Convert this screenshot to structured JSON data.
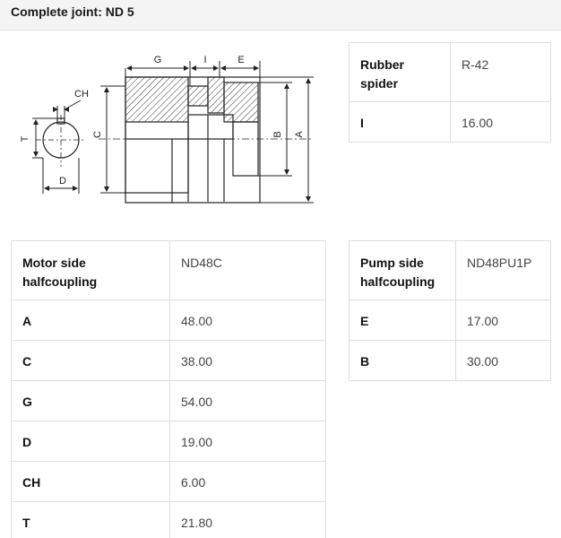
{
  "header": {
    "title": "Complete joint: ND 5"
  },
  "diagram": {
    "labels": {
      "G": "G",
      "I": "I",
      "E": "E",
      "CH": "CH",
      "T": "T",
      "C": "C",
      "B": "B",
      "A": "A",
      "D": "D"
    }
  },
  "spider_table": {
    "rows": [
      {
        "key": "Rubber spider",
        "value": "R-42"
      },
      {
        "key": "I",
        "value": "16.00"
      }
    ]
  },
  "motor_table": {
    "rows": [
      {
        "key": "Motor side halfcoupling",
        "value": "ND48C"
      },
      {
        "key": "A",
        "value": "48.00"
      },
      {
        "key": "C",
        "value": "38.00"
      },
      {
        "key": "G",
        "value": "54.00"
      },
      {
        "key": "D",
        "value": "19.00"
      },
      {
        "key": "CH",
        "value": "6.00"
      },
      {
        "key": "T",
        "value": "21.80"
      }
    ]
  },
  "pump_table": {
    "rows": [
      {
        "key": "Pump side halfcoupling",
        "value": "ND48PU1P"
      },
      {
        "key": "E",
        "value": "17.00"
      },
      {
        "key": "B",
        "value": "30.00"
      }
    ]
  }
}
